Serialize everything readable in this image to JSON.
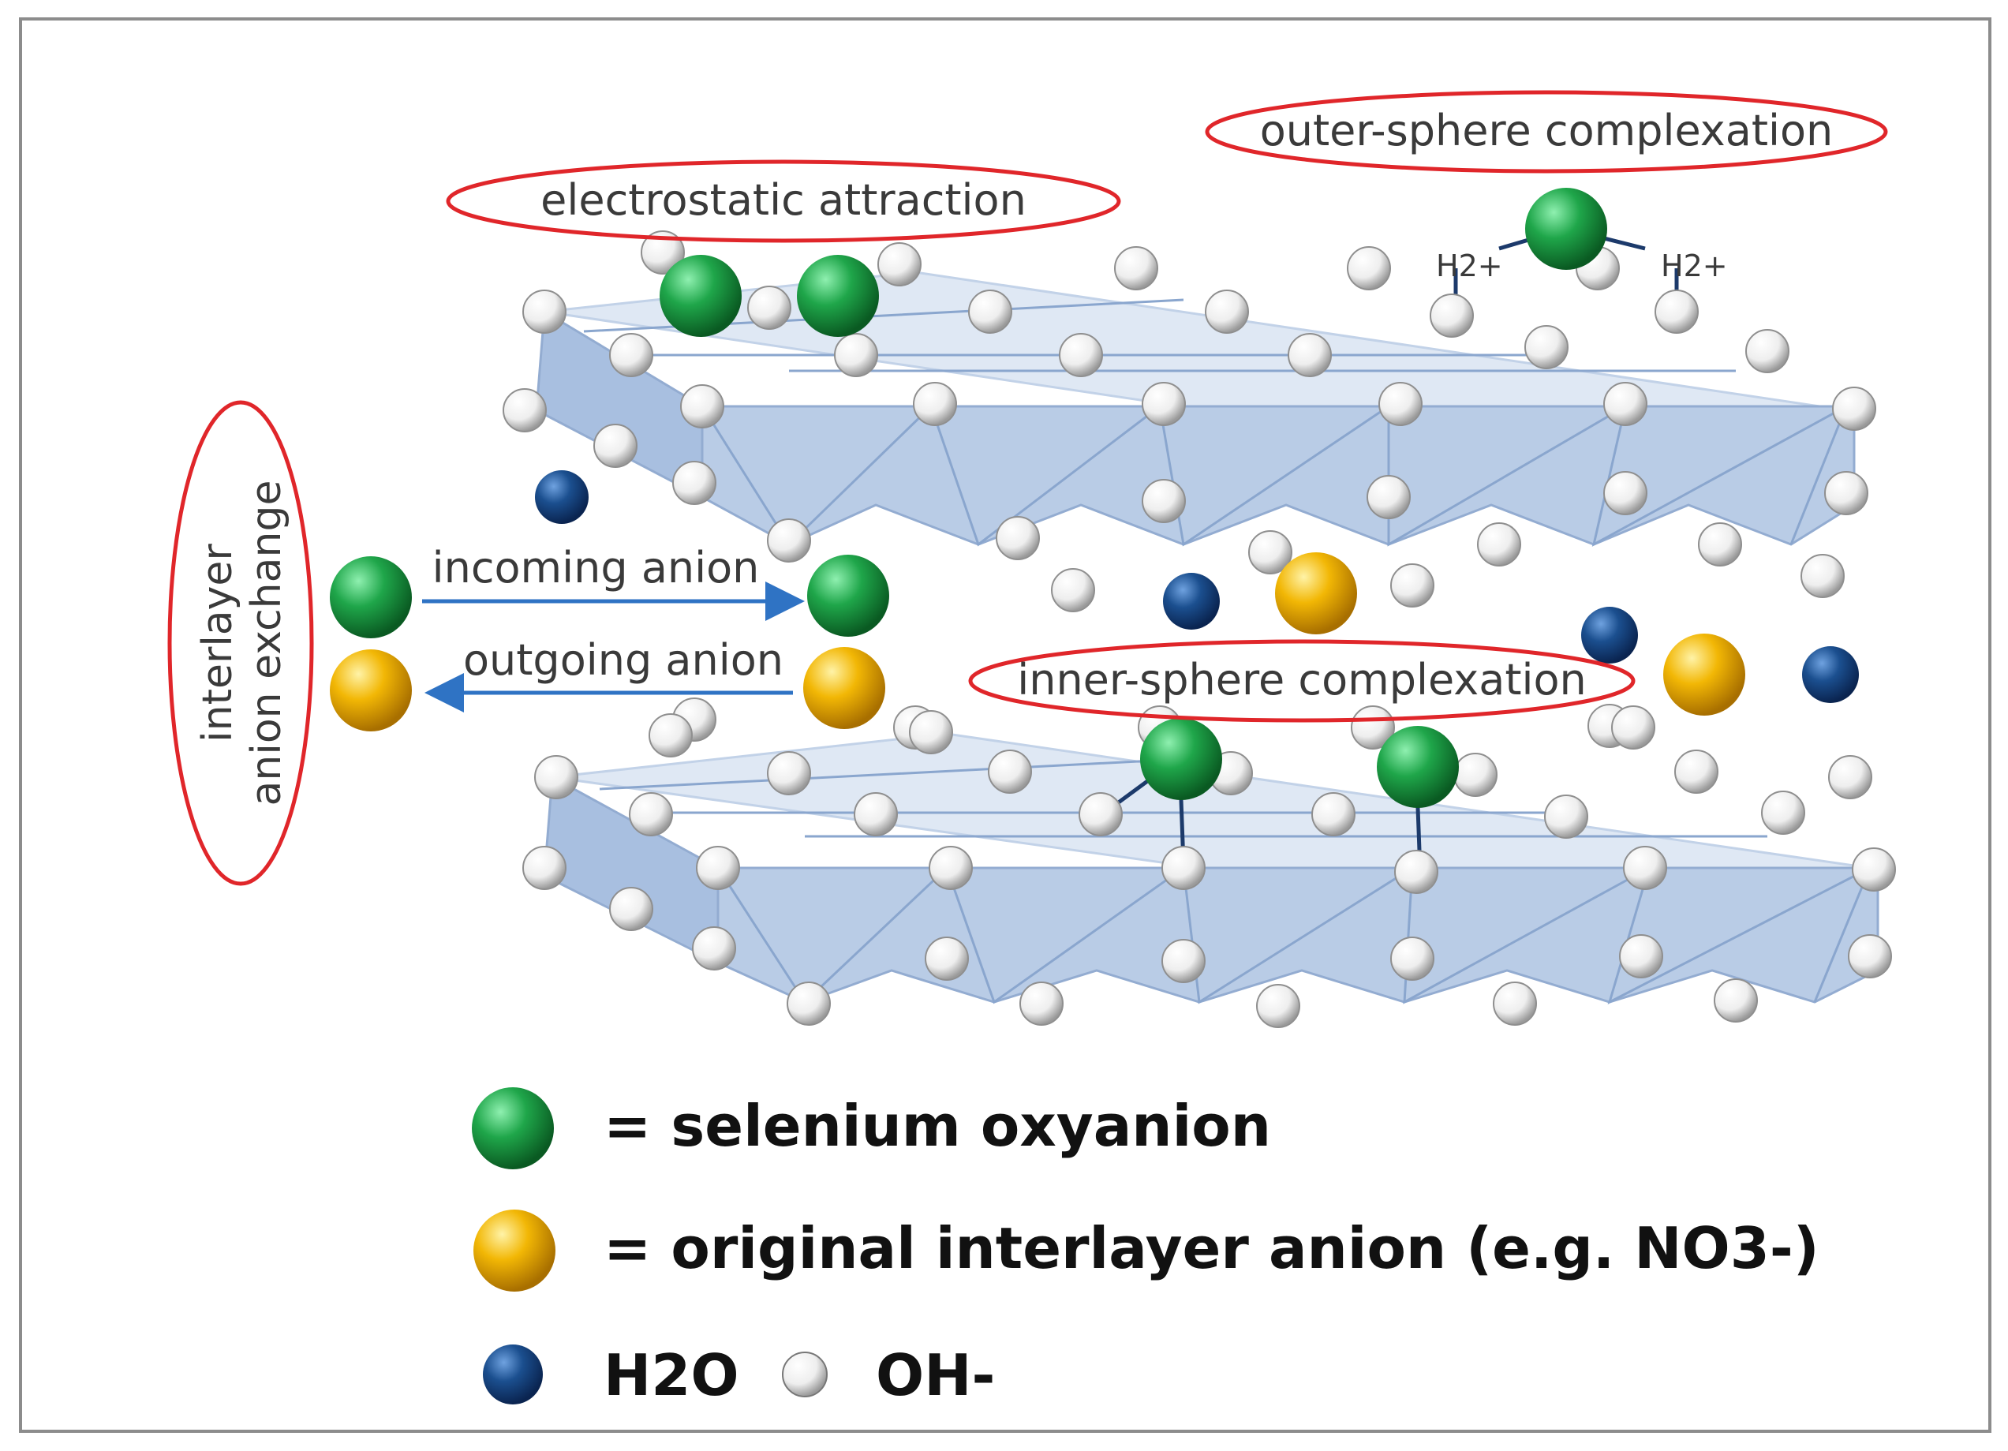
{
  "labels": {
    "electrostatic": "electrostatic attraction",
    "outer_sphere": "outer-sphere complexation",
    "inner_sphere": "inner-sphere complexation",
    "interlayer_line1": "interlayer",
    "interlayer_line2": "anion exchange",
    "incoming": "incoming anion",
    "outgoing": "outgoing anion",
    "h2_left": "H2+",
    "h2_right": "H2+"
  },
  "legend": {
    "selenium": "= selenium oxyanion",
    "original": "= original interlayer anion (e.g. NO3-)",
    "water": "H2O",
    "hydroxide": "OH-"
  },
  "colors": {
    "selenium": "#1fa64a",
    "original": "#f2b705",
    "water": "#1b4f8f",
    "hydroxide": "#f2f2f2",
    "sheet": "#b9cce6",
    "highlight": "#e0262a",
    "arrow": "#2f73c4"
  }
}
